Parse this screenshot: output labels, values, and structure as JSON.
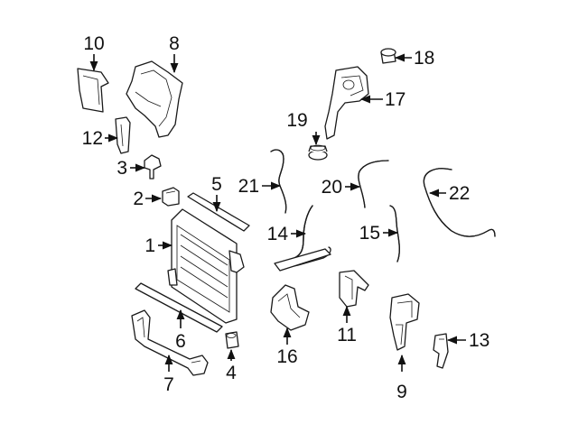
{
  "callouts": {
    "c1": "1",
    "c2": "2",
    "c3": "3",
    "c4": "4",
    "c5": "5",
    "c6": "6",
    "c7": "7",
    "c8": "8",
    "c9": "9",
    "c10": "10",
    "c11": "11",
    "c12": "12",
    "c13": "13",
    "c14": "14",
    "c15": "15",
    "c16": "16",
    "c17": "17",
    "c18": "18",
    "c19": "19",
    "c20": "20",
    "c21": "21",
    "c22": "22"
  },
  "colors": {
    "ink": "#111111",
    "background": "#ffffff"
  }
}
